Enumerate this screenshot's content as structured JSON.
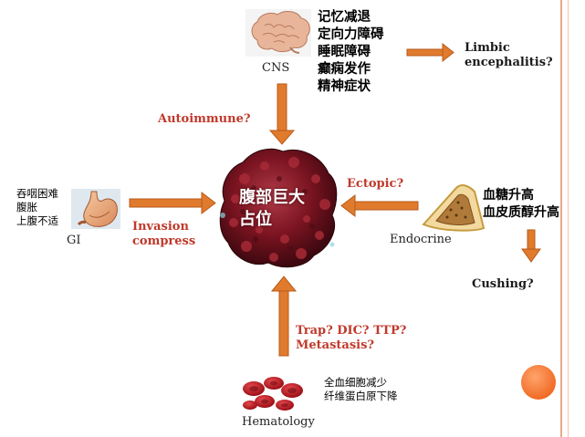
{
  "center": {
    "label_line1": "腹部巨大",
    "label_line2": "占位"
  },
  "cns": {
    "label": "CNS",
    "icon": "brain-icon",
    "symptoms": [
      "记忆减退",
      "定向力障碍",
      "睡眠障碍",
      "癫痫发作",
      "精神症状"
    ],
    "outcome_line1": "Limbic",
    "outcome_line2": "encephalitis?",
    "arrow_label": "Autoimmune?"
  },
  "gi": {
    "label": "GI",
    "icon": "stomach-icon",
    "symptoms": [
      "吞咽困难",
      "腹胀",
      "上腹不适"
    ],
    "arrow_label_line1": "Invasion",
    "arrow_label_line2": "compress"
  },
  "endocrine": {
    "label": "Endocrine",
    "icon": "adrenal-gland-icon",
    "symptoms": [
      "血糖升高",
      "血皮质醇升高"
    ],
    "outcome": "Cushing?",
    "arrow_label": "Ectopic?"
  },
  "hematology": {
    "label": "Hematology",
    "icon": "red-blood-cells-icon",
    "symptoms": [
      "全血细胞减少",
      "纤维蛋白原下降"
    ],
    "arrow_label_line1": "Trap? DIC? TTP?",
    "arrow_label_line2": "Metastasis?"
  },
  "colors": {
    "arrow": "#e07b2e",
    "arrow_stroke": "#b85a1a",
    "accent_red": "#c0392b",
    "tumor": "#7a1420",
    "orange_dot": "#f47c3c"
  }
}
